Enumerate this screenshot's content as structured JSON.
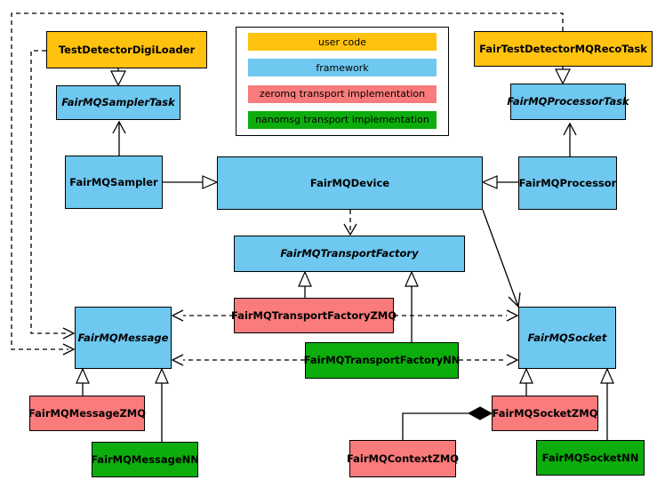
{
  "colors": {
    "user_code": "#FFC20E",
    "framework": "#6EC8F0",
    "zeromq": "#F97B7B",
    "nanomsg": "#0CAD0C",
    "edge": "#000000",
    "background": "#FFFFFF"
  },
  "legend": {
    "items": [
      {
        "label": "user code",
        "color_key": "user_code"
      },
      {
        "label": "framework",
        "color_key": "framework"
      },
      {
        "label": "zeromq transport implementation",
        "color_key": "zeromq"
      },
      {
        "label": "nanomsg transport implementation",
        "color_key": "nanomsg"
      }
    ]
  },
  "nodes": {
    "digiLoader": {
      "label": "TestDetectorDigiLoader",
      "category": "user_code",
      "abstract": false
    },
    "recoTask": {
      "label": "FairTestDetectorMQRecoTask",
      "category": "user_code",
      "abstract": false
    },
    "samplerTask": {
      "label": "FairMQSamplerTask",
      "category": "framework",
      "abstract": true
    },
    "processorTask": {
      "label": "FairMQProcessorTask",
      "category": "framework",
      "abstract": true
    },
    "sampler": {
      "label": "FairMQSampler",
      "category": "framework",
      "abstract": false
    },
    "device": {
      "label": "FairMQDevice",
      "category": "framework",
      "abstract": false
    },
    "processor": {
      "label": "FairMQProcessor",
      "category": "framework",
      "abstract": false
    },
    "transportFactory": {
      "label": "FairMQTransportFactory",
      "category": "framework",
      "abstract": true
    },
    "transportFactoryZMQ": {
      "label": "FairMQTransportFactoryZMQ",
      "category": "zeromq",
      "abstract": false
    },
    "transportFactoryNN": {
      "label": "FairMQTransportFactoryNN",
      "category": "nanomsg",
      "abstract": false
    },
    "message": {
      "label": "FairMQMessage",
      "category": "framework",
      "abstract": true
    },
    "socket": {
      "label": "FairMQSocket",
      "category": "framework",
      "abstract": true
    },
    "messageZMQ": {
      "label": "FairMQMessageZMQ",
      "category": "zeromq",
      "abstract": false
    },
    "messageNN": {
      "label": "FairMQMessageNN",
      "category": "nanomsg",
      "abstract": false
    },
    "contextZMQ": {
      "label": "FairMQContextZMQ",
      "category": "zeromq",
      "abstract": false
    },
    "socketZMQ": {
      "label": "FairMQSocketZMQ",
      "category": "zeromq",
      "abstract": false
    },
    "socketNN": {
      "label": "FairMQSocketNN",
      "category": "nanomsg",
      "abstract": false
    }
  },
  "edges": [
    {
      "from": "digiLoader",
      "to": "samplerTask",
      "type": "inheritance"
    },
    {
      "from": "recoTask",
      "to": "processorTask",
      "type": "inheritance"
    },
    {
      "from": "sampler",
      "to": "samplerTask",
      "type": "association"
    },
    {
      "from": "processor",
      "to": "processorTask",
      "type": "association"
    },
    {
      "from": "sampler",
      "to": "device",
      "type": "inheritance"
    },
    {
      "from": "processor",
      "to": "device",
      "type": "inheritance"
    },
    {
      "from": "device",
      "to": "transportFactory",
      "type": "dependency"
    },
    {
      "from": "device",
      "to": "socket",
      "type": "association"
    },
    {
      "from": "transportFactoryZMQ",
      "to": "transportFactory",
      "type": "inheritance"
    },
    {
      "from": "transportFactoryNN",
      "to": "transportFactory",
      "type": "inheritance"
    },
    {
      "from": "transportFactoryZMQ",
      "to": "message",
      "type": "dependency"
    },
    {
      "from": "transportFactoryZMQ",
      "to": "socket",
      "type": "dependency"
    },
    {
      "from": "transportFactoryNN",
      "to": "message",
      "type": "dependency"
    },
    {
      "from": "transportFactoryNN",
      "to": "socket",
      "type": "dependency"
    },
    {
      "from": "digiLoader",
      "to": "message",
      "type": "dependency"
    },
    {
      "from": "recoTask",
      "to": "message",
      "type": "dependency"
    },
    {
      "from": "messageZMQ",
      "to": "message",
      "type": "inheritance"
    },
    {
      "from": "messageNN",
      "to": "message",
      "type": "inheritance"
    },
    {
      "from": "socketZMQ",
      "to": "socket",
      "type": "inheritance"
    },
    {
      "from": "socketNN",
      "to": "socket",
      "type": "inheritance"
    },
    {
      "from": "contextZMQ",
      "to": "socketZMQ",
      "type": "composition"
    }
  ]
}
